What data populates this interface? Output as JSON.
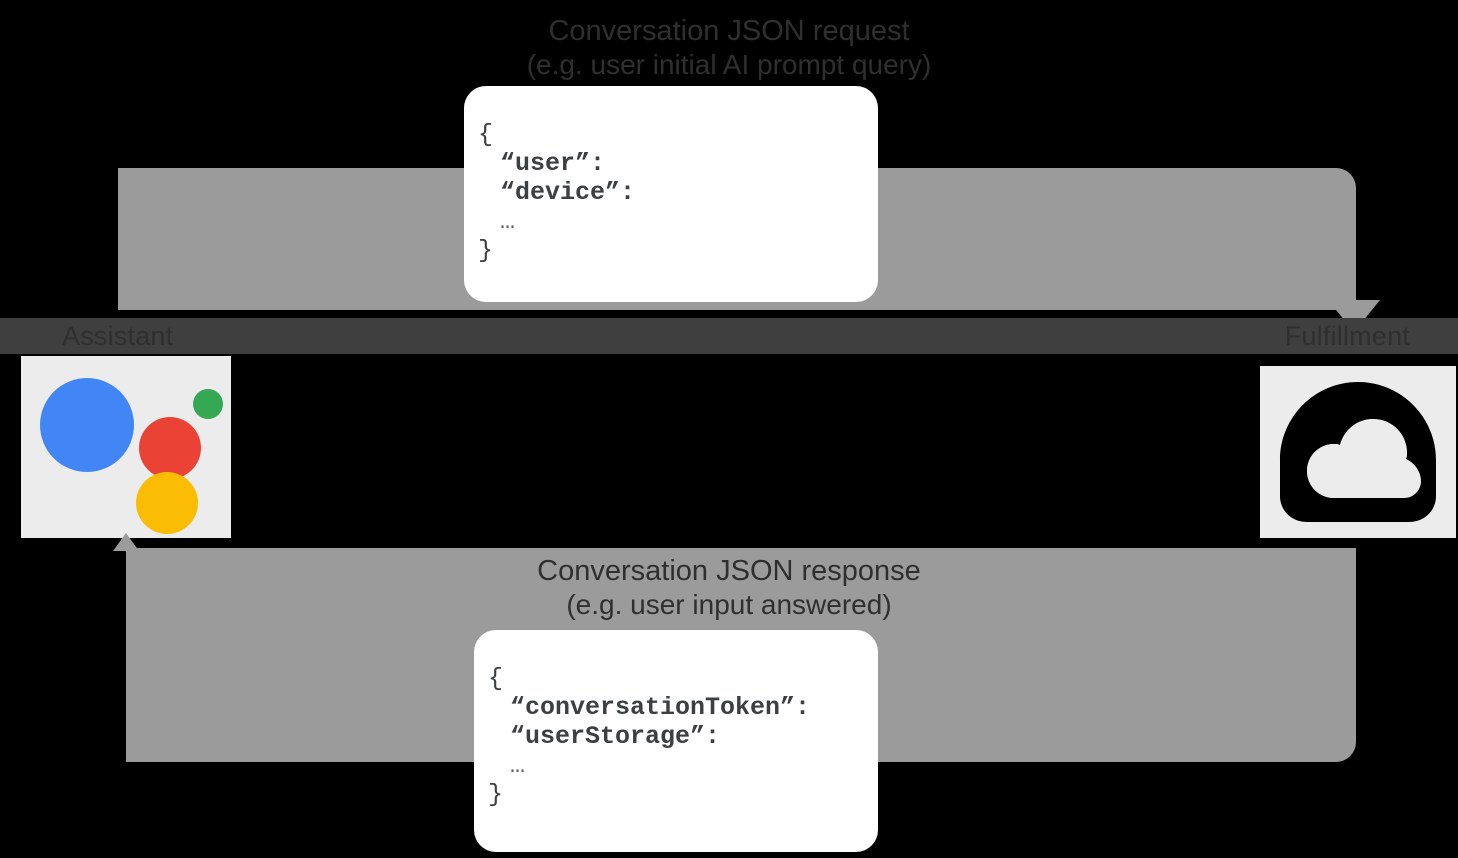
{
  "diagram": {
    "type": "sequence-flow",
    "background_color": "#000000",
    "accent_color": "#9b9b9b",
    "band_color": "#3f3f3f",
    "tile_color": "#ececec"
  },
  "request_flow": {
    "title": "Conversation JSON request",
    "subtitle": "(e.g. user initial AI prompt query)",
    "direction": "assistant-to-fulfillment",
    "payload": {
      "open_brace": "{",
      "keys": [
        "“user”:",
        "“device”:"
      ],
      "ellipsis": "…",
      "close_brace": "}"
    }
  },
  "response_flow": {
    "title": "Conversation JSON response",
    "subtitle": "(e.g. user input answered)",
    "direction": "fulfillment-to-assistant",
    "payload": {
      "open_brace": "{",
      "keys": [
        "“conversationToken”:",
        "“userStorage”:"
      ],
      "ellipsis": "…",
      "close_brace": "}"
    }
  },
  "endpoints": {
    "left": {
      "label": "Assistant",
      "icon": "google-assistant-icon",
      "dot_colors": {
        "blue": "#4285f4",
        "red": "#ea4335",
        "green": "#34a853",
        "yellow": "#fbbc04"
      }
    },
    "right": {
      "label": "Fulfillment",
      "icon": "cloud-functions-icon",
      "icon_color": "#000000"
    }
  }
}
